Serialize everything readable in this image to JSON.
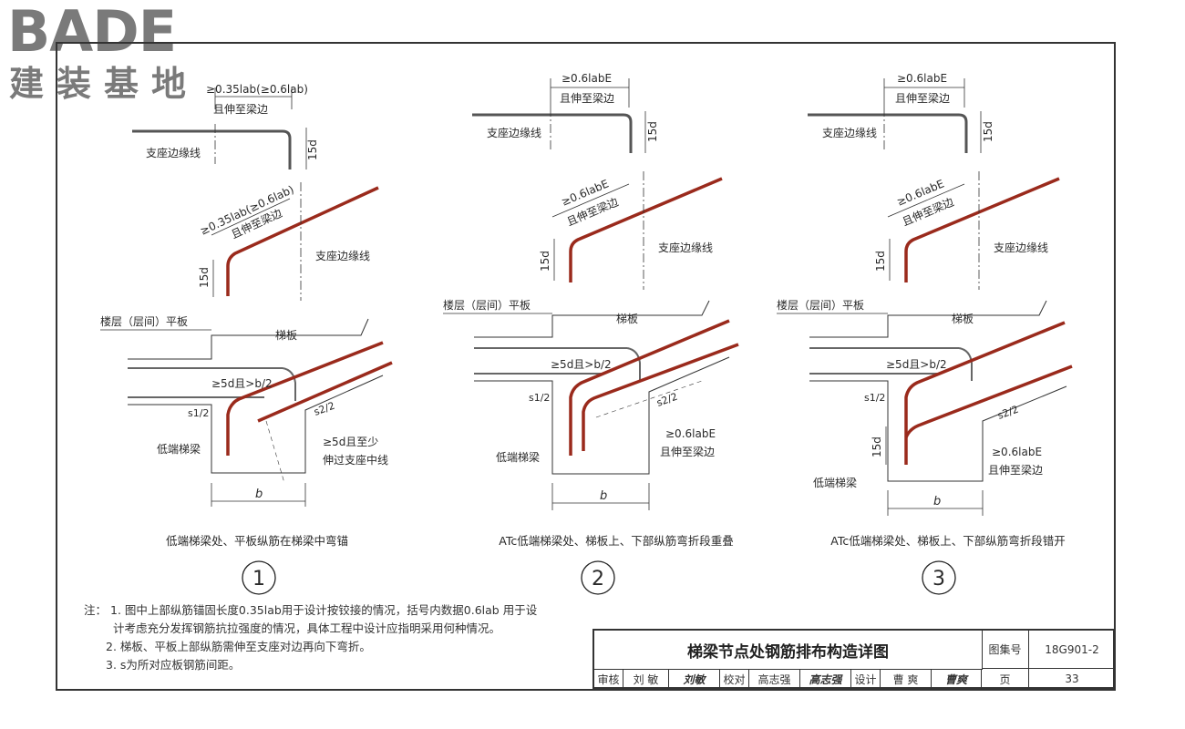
{
  "logo": {
    "word": "BADE",
    "cn": "建装基地"
  },
  "detail1": {
    "anchor_top": "≥0.35lab(≥0.6lab)",
    "extend_top": "且伸至梁边",
    "support_line_top": "支座边缘线",
    "d15_top": "15d",
    "anchor_mid": "≥0.35lab(≥0.6lab)",
    "extend_mid": "且伸至梁边",
    "d15_mid": "15d",
    "support_line_mid": "支座边缘线",
    "floor_slab": "楼层（层间）平板",
    "stair_slab": "梯板",
    "lap": "≥5d且>b/2",
    "s1": "s1/2",
    "s2": "s2/2",
    "beyond1": "≥5d且至少",
    "beyond2": "伸过支座中线",
    "beam": "低端梯梁",
    "b": "b",
    "caption": "低端梯梁处、平板纵筋在梯梁中弯锚",
    "number": "1"
  },
  "detail2": {
    "anchor_top": "≥0.6labE",
    "extend_top": "且伸至梁边",
    "support_line_top": "支座边缘线",
    "d15_top": "15d",
    "anchor_mid": "≥0.6labE",
    "extend_mid": "且伸至梁边",
    "d15_mid": "15d",
    "support_line_mid": "支座边缘线",
    "floor_slab": "楼层（层间）平板",
    "stair_slab": "梯板",
    "lap": "≥5d且>b/2",
    "s1": "s1/2",
    "s2": "s2/2",
    "anchor_bot": "≥0.6labE",
    "extend_bot": "且伸至梁边",
    "beam": "低端梯梁",
    "b": "b",
    "caption": "ATc低端梯梁处、梯板上、下部纵筋弯折段重叠",
    "number": "2"
  },
  "detail3": {
    "anchor_top": "≥0.6labE",
    "extend_top": "且伸至梁边",
    "support_line_top": "支座边缘线",
    "d15_top": "15d",
    "anchor_mid": "≥0.6labE",
    "extend_mid": "且伸至梁边",
    "d15_mid": "15d",
    "support_line_mid": "支座边缘线",
    "floor_slab": "楼层（层间）平板",
    "stair_slab": "梯板",
    "lap": "≥5d且>b/2",
    "s1": "s1/2",
    "s2": "s2/2",
    "d15_bot": "15d",
    "anchor_bot": "≥0.6labE",
    "extend_bot": "且伸至梁边",
    "beam": "低端梯梁",
    "b": "b",
    "caption": "ATc低端梯梁处、梯板上、下部纵筋弯折段错开",
    "number": "3"
  },
  "notes": {
    "prefix": "注：",
    "n1a": "1. 图中上部纵筋锚固长度0.35lab用于设计按铰接的情况，括号内数据0.6lab 用于设",
    "n1b": "计考虑充分发挥钢筋抗拉强度的情况，具体工程中设计应指明采用何种情况。",
    "n2": "2. 梯板、平板上部纵筋需伸至支座对边再向下弯折。",
    "n3": "3. s为所对应板钢筋间距。"
  },
  "title_block": {
    "title": "梯梁节点处钢筋排布构造详图",
    "atlas_label": "图集号",
    "atlas_no": "18G901-2",
    "review_label": "审核",
    "reviewer": "刘 敏",
    "check_label": "校对",
    "checker": "高志强",
    "design_label": "设计",
    "designer": "曹 爽",
    "page_label": "页",
    "page_no": "33"
  },
  "colors": {
    "rebar": "#9a2a1c",
    "line": "#333333",
    "logo": "#7a7a7a"
  }
}
